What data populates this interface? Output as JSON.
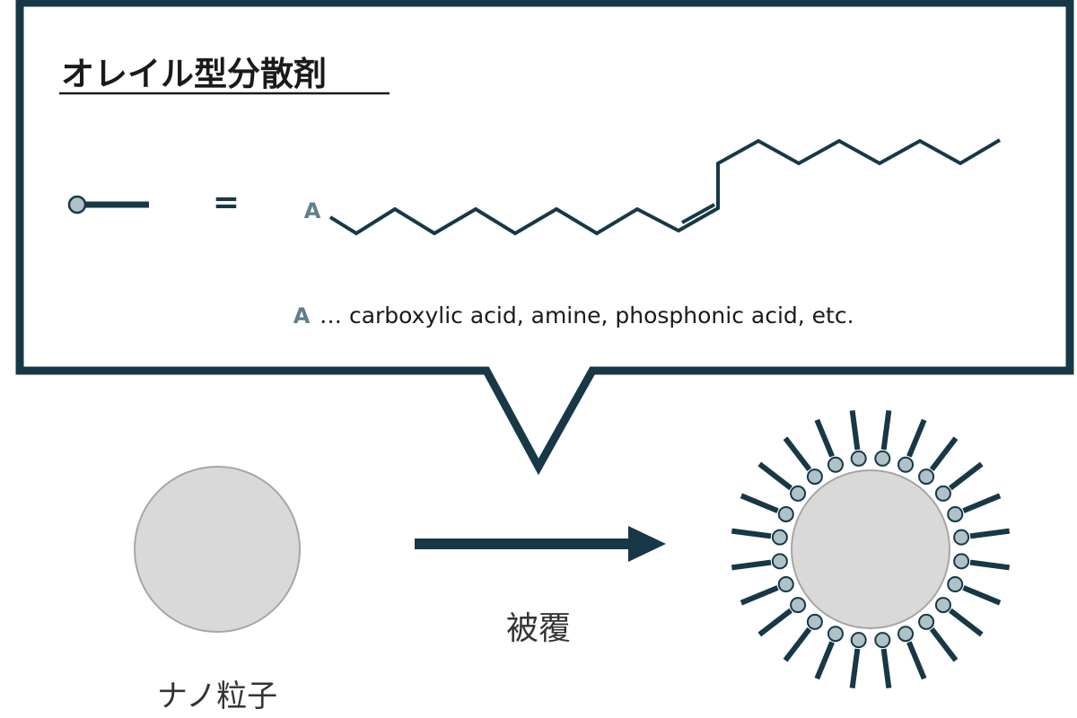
{
  "callout": {
    "title": "オレイル型分散剤",
    "equals": "=",
    "group_letter": "A",
    "note_letter": "A",
    "note_text": "… carboxylic acid, amine, phosphonic acid, etc."
  },
  "process": {
    "particle_label": "ナノ粒子",
    "arrow_label": "被覆"
  },
  "colors": {
    "dark": "#173846",
    "accent": "#5f7f8a",
    "particle_fill": "#d9d9d9",
    "particle_stroke": "#a6a6a6",
    "head_fill": "#aec2c8"
  },
  "coated_particle": {
    "ligand_count": 24
  }
}
